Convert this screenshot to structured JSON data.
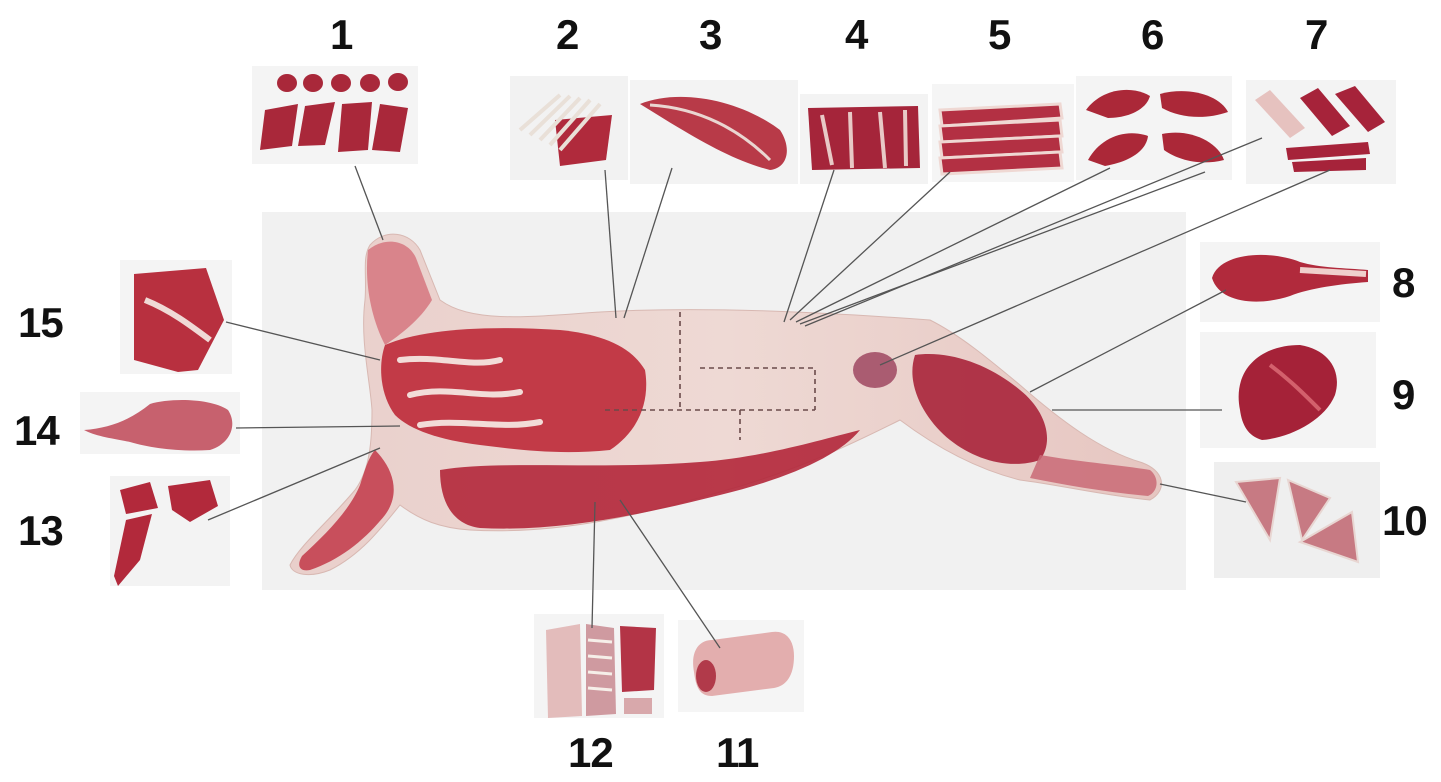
{
  "diagram": {
    "labels": {
      "n1": "1",
      "n2": "2",
      "n3": "3",
      "n4": "4",
      "n5": "5",
      "n6": "6",
      "n7": "7",
      "n8": "8",
      "n9": "9",
      "n10": "10",
      "n11": "11",
      "n12": "12",
      "n13": "13",
      "n14": "14",
      "n15": "15"
    },
    "colors": {
      "meat": "#b8283a",
      "meat_dark": "#8e1a2a",
      "fat": "#ecd3cf",
      "fat_light": "#f3e4e0",
      "photo_bg": "#f1f1f1",
      "leader": "#555555",
      "label": "#111111"
    }
  }
}
